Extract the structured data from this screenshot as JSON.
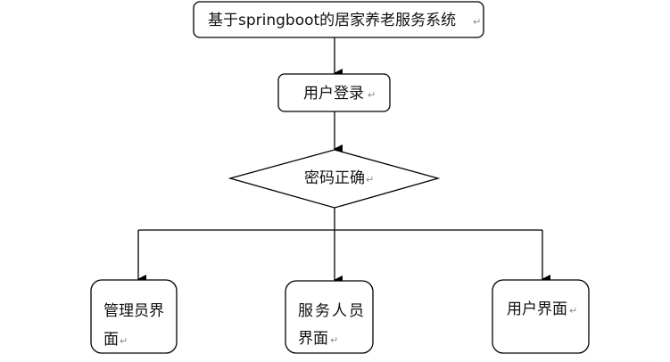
{
  "title_box": "基于springboot的居家养老服务系统",
  "login_box": "用户登录",
  "decision": "密码正确",
  "outcomes": [
    {
      "line1": "管理员界",
      "line2": "面"
    },
    {
      "line1": "服务人员",
      "line2": "界面"
    },
    {
      "line1": "用户界面"
    }
  ],
  "paragraph_mark": "↵"
}
